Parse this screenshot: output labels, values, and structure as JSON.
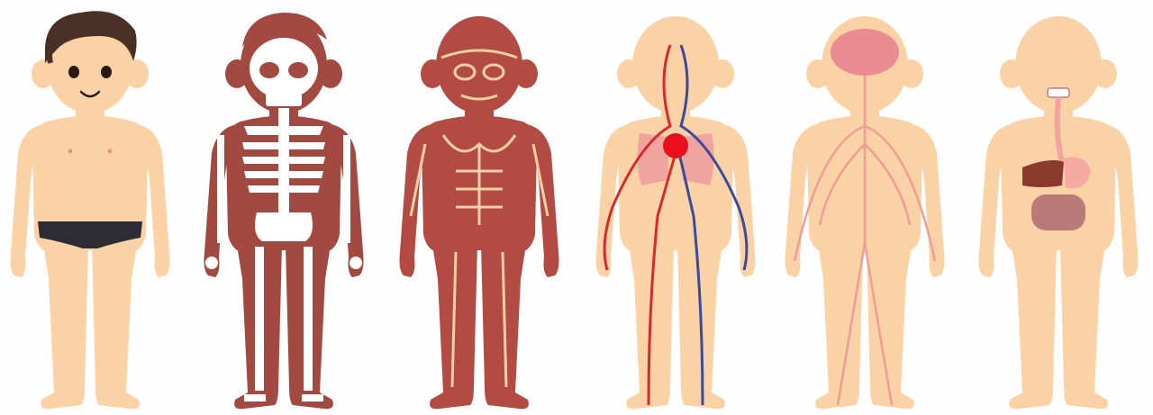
{
  "colors": {
    "background": "#fefefe",
    "skin": "#fbd2a6",
    "skin_edge": "#f2c090",
    "hair": "#4a3024",
    "briefs": "#2d2b33",
    "bone_body": "#a24a42",
    "bone": "#ffffff",
    "muscle": "#b24b43",
    "muscle_line": "#f7cfa3",
    "artery": "#d9272e",
    "vein": "#3b4a9a",
    "heart": "#e8101c",
    "lungs": "#f0a4a0",
    "brain": "#eb8c93",
    "brain_line": "#f9c9c9",
    "nerve": "#ef9d94",
    "esophagus": "#f2a3a0",
    "liver": "#8a3a2a",
    "stomach": "#f6a8a2",
    "intestine": "#b97b78"
  },
  "figures": [
    {
      "id": "skin",
      "system": "outer body"
    },
    {
      "id": "skeleton",
      "system": "skeletal"
    },
    {
      "id": "muscles",
      "system": "muscular"
    },
    {
      "id": "circulation",
      "system": "circulatory"
    },
    {
      "id": "nerves",
      "system": "nervous"
    },
    {
      "id": "digestion",
      "system": "digestive"
    }
  ]
}
